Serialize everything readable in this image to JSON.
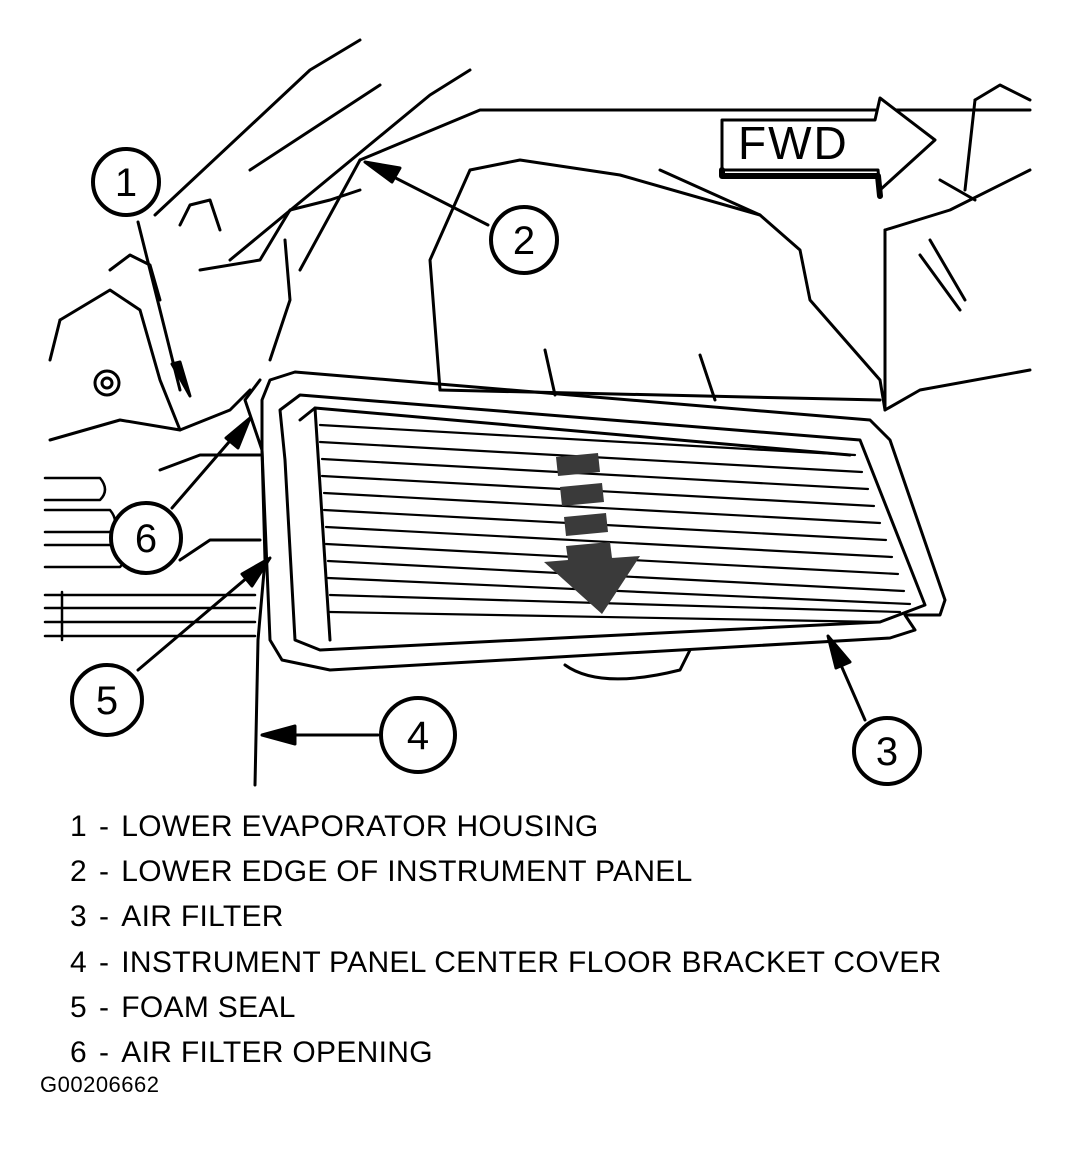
{
  "direction_label": "FWD",
  "callouts": [
    "1",
    "2",
    "3",
    "4",
    "5",
    "6"
  ],
  "legend": [
    {
      "num": "1",
      "label": "LOWER EVAPORATOR HOUSING"
    },
    {
      "num": "2",
      "label": "LOWER EDGE OF INSTRUMENT PANEL"
    },
    {
      "num": "3",
      "label": "AIR FILTER"
    },
    {
      "num": "4",
      "label": "INSTRUMENT PANEL CENTER FLOOR BRACKET COVER"
    },
    {
      "num": "5",
      "label": "FOAM SEAL"
    },
    {
      "num": "6",
      "label": "AIR FILTER OPENING"
    }
  ],
  "separator": "-",
  "figure_id": "G00206662",
  "colors": {
    "ink": "#000000",
    "paper": "#ffffff",
    "arrow_fill": "#3a3a3a"
  }
}
